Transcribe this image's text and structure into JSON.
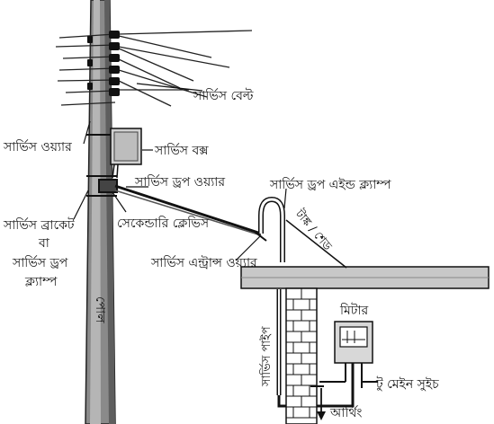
{
  "labels": {
    "service_belt": "সার্ভিস বেল্ট",
    "service_wire": "সার্ভিস ওয়্যার",
    "service_box": "সার্ভিস বক্স",
    "service_drop_wire": "সার্ভিস ড্রপ ওয়্যার",
    "service_drop_end_clamp": "সার্ভিস ড্রপ এইন্ড ক্ল্যাম্প",
    "service_bracket_line1": "সার্ভিস ব্রাকেট",
    "service_bracket_line2": "বা",
    "service_bracket_line3": "সার্ভিস ড্রপ",
    "service_bracket_line4": "ক্ল্যাম্প",
    "secondary_clevis": "সেকেন্ডারি ক্লেভিস",
    "service_entrance_wire": "সার্ভিস এন্ট্রান্স ওয়্যার",
    "tank_shed": "টাঙ্ক / শেড",
    "pole": "পোল",
    "service_pipe": "সার্ভিস পাইপ",
    "meter": "মিটার",
    "to_main_switch": "টু মেইন সুইচ",
    "earthing": "আর্থিং"
  }
}
